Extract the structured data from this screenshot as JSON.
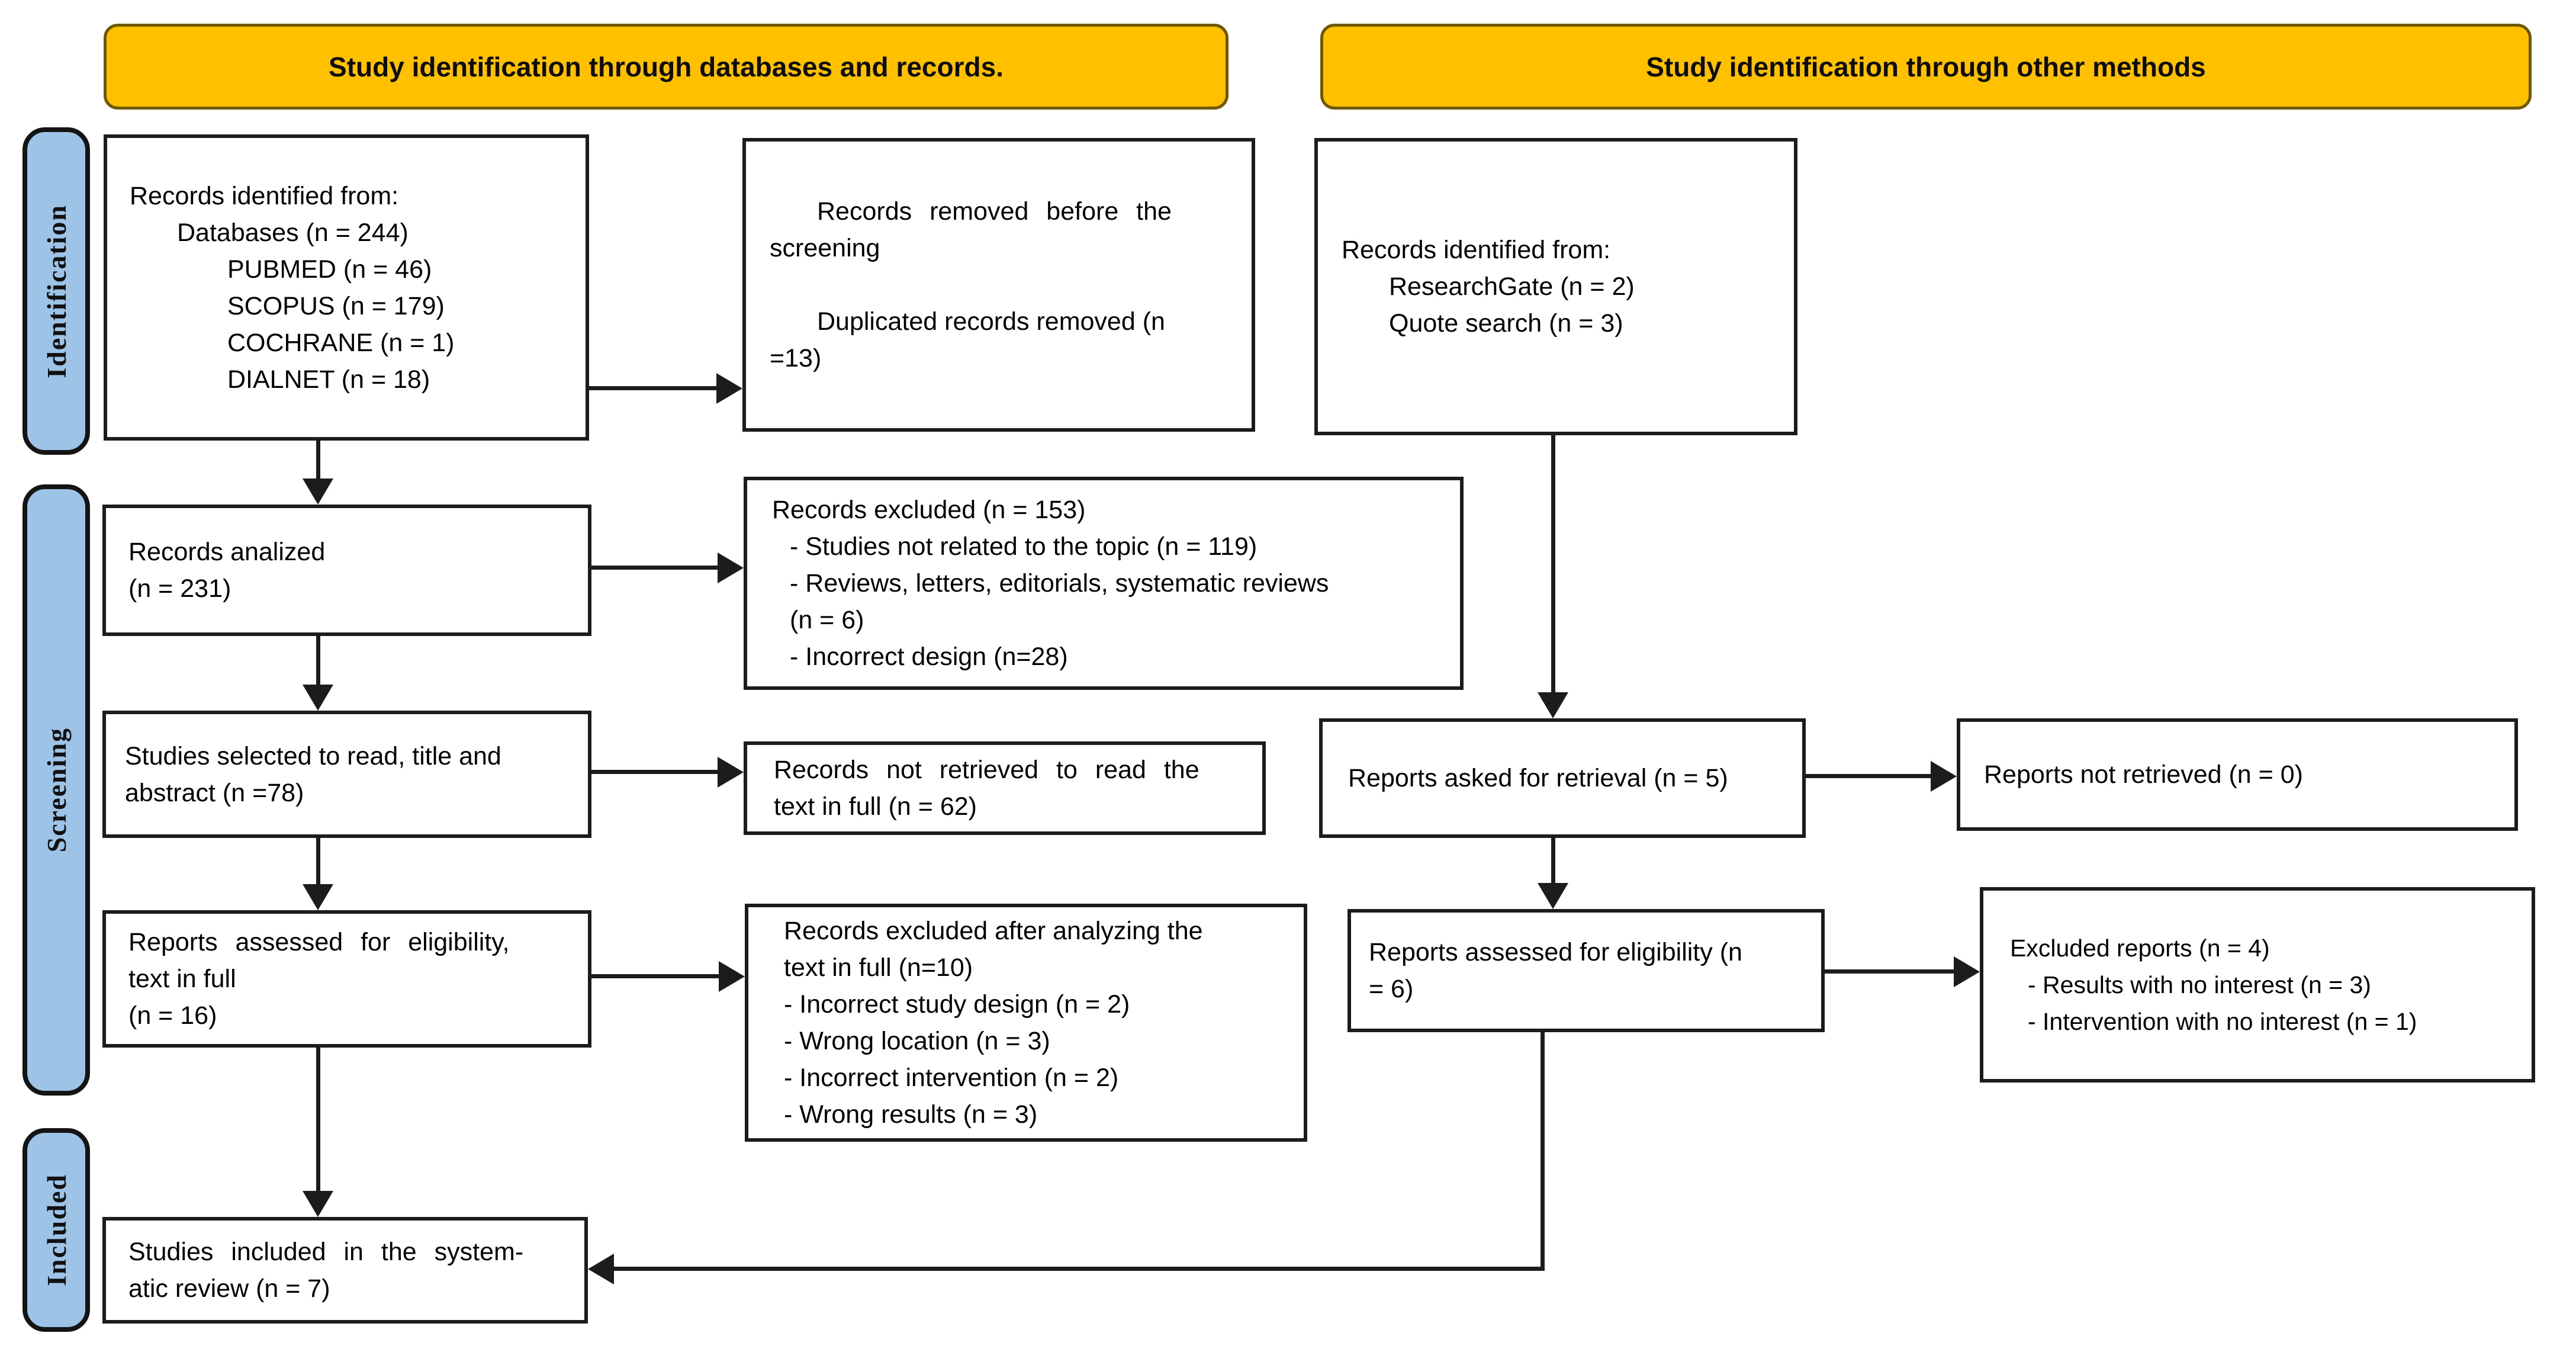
{
  "banners": {
    "left": "Study identification through databases and records.",
    "right": "Study identification through other methods"
  },
  "stage_labels": {
    "identification": "Identification",
    "screening": "Screening",
    "included": "Included"
  },
  "colors": {
    "banner_fill": "#FFC000",
    "banner_border": "#6e5800",
    "stage_label_fill": "#9DC3E6",
    "box_border": "#1c1c1c",
    "arrow": "#1c1c1c",
    "box_fill": "#ffffff"
  },
  "boxes": {
    "identified_databases": {
      "lines": [
        "Records identified from:",
        "Databases (n = 244)",
        "PUBMED (n = 46)",
        "SCOPUS (n = 179)",
        "COCHRANE (n = 1)",
        "DIALNET (n = 18)"
      ]
    },
    "removed_before_screening": {
      "lines": [
        "Records removed before the",
        "screening",
        "",
        "Duplicated records removed (n",
        "=13)"
      ]
    },
    "identified_other": {
      "lines": [
        "Records identified from:",
        "ResearchGate (n = 2)",
        "Quote search (n = 3)"
      ]
    },
    "records_analized": {
      "lines": [
        "Records analized",
        "(n = 231)"
      ]
    },
    "records_excluded": {
      "lines": [
        "Records excluded (n = 153)",
        "- Studies not related to the topic (n = 119)",
        "- Reviews, letters, editorials, systematic reviews",
        "(n = 6)",
        "- Incorrect design (n=28)"
      ]
    },
    "studies_selected": {
      "lines": [
        "Studies selected to read, title and",
        "abstract (n =78)"
      ]
    },
    "not_retrieved_full": {
      "lines": [
        "Records not retrieved to read the",
        "text in full (n = 62)"
      ]
    },
    "asked_retrieval": {
      "lines": [
        "Reports asked for retrieval (n = 5)"
      ]
    },
    "not_retrieved_other": {
      "lines": [
        "Reports not retrieved (n = 0)"
      ]
    },
    "assessed_left": {
      "lines": [
        "Reports assessed for eligibility,",
        "text in full",
        "(n = 16)"
      ]
    },
    "excluded_fulltext": {
      "lines": [
        "Records excluded after analyzing the",
        "text in full (n=10)",
        "- Incorrect study design (n = 2)",
        "- Wrong location (n = 3)",
        "- Incorrect intervention (n = 2)",
        "- Wrong results (n = 3)"
      ]
    },
    "assessed_right": {
      "lines": [
        "Reports assessed for eligibility (n",
        "= 6)"
      ]
    },
    "excluded_reports": {
      "lines": [
        "Excluded reports (n = 4)",
        "- Results with no interest (n = 3)",
        "- Intervention with no interest (n = 1)"
      ]
    },
    "included_review": {
      "lines": [
        "Studies included in the system-",
        "atic review (n = 7)"
      ]
    }
  }
}
